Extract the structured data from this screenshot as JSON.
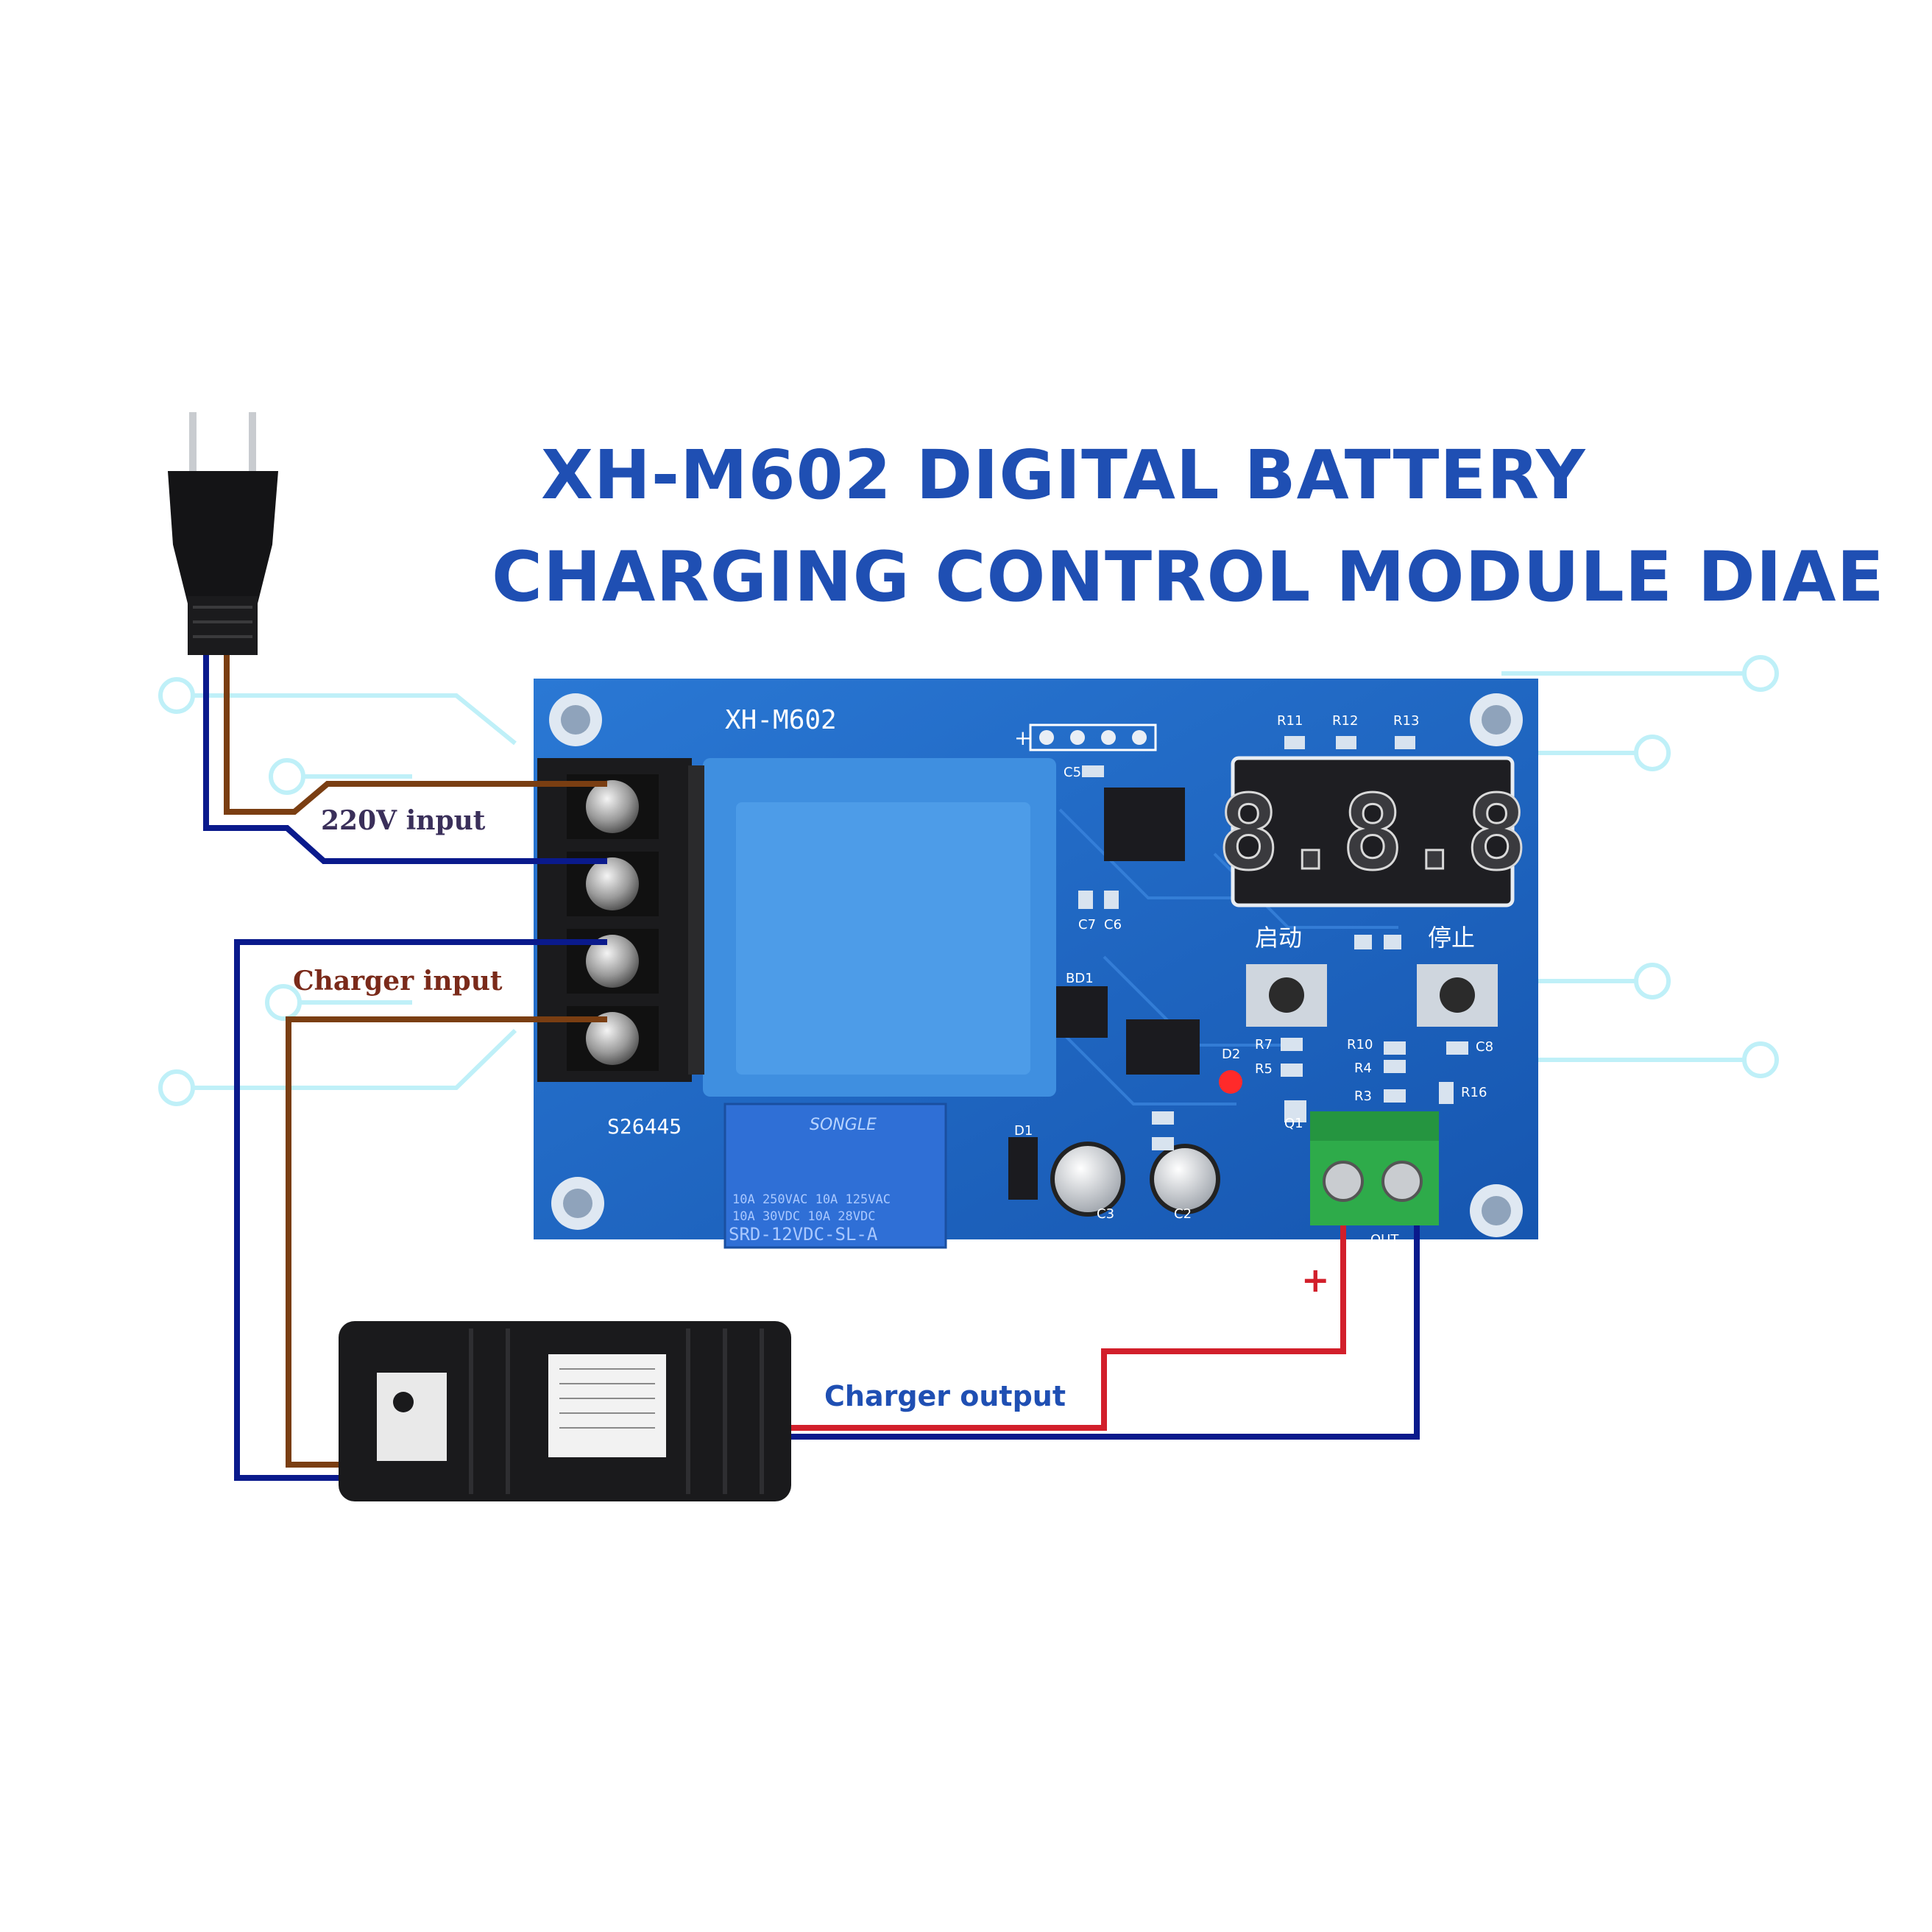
{
  "title": {
    "line1": "XH-M602 DIGITAL BATTERY",
    "line2": "CHARGING CONTROL MODULE DIAE"
  },
  "labels": {
    "ac_input": "220V input",
    "charger_input": "Charger input",
    "charger_output": "Charger output",
    "plus": "+"
  },
  "board": {
    "model": "XH-M602",
    "serial": "S26445",
    "display": "8.8.8",
    "start_button": "启动",
    "stop_button": "停止",
    "header_plus": "+",
    "relay": {
      "brand": "SONGLE",
      "rating_line1": "10A 250VAC  10A 125VAC",
      "rating_line2": "10A 30VDC   10A 28VDC",
      "model": "SRD-12VDC-SL-A"
    },
    "silkscreen": {
      "r11": "R11",
      "r12": "R12",
      "r13": "R13",
      "c5": "C5",
      "c7": "C7",
      "c6": "C6",
      "bd1": "BD1",
      "d2": "D2",
      "d1": "D1",
      "c2": "C2",
      "c3": "C3",
      "q1": "Q1",
      "r10": "R10",
      "r4": "R4",
      "r3": "R3",
      "r16": "R16",
      "r7": "R7",
      "r5": "R5",
      "c8": "C8",
      "out": "OUT"
    }
  },
  "colors": {
    "title": "#1f4fb3",
    "board": "#1d63c0",
    "brown_wire": "#7a3e12",
    "blue_wire": "#0a1a8c",
    "red_wire": "#d21f2b",
    "relay": "#2f6fd6",
    "transformer": "#3f8fe0",
    "terminal_green": "#2eab4a"
  }
}
